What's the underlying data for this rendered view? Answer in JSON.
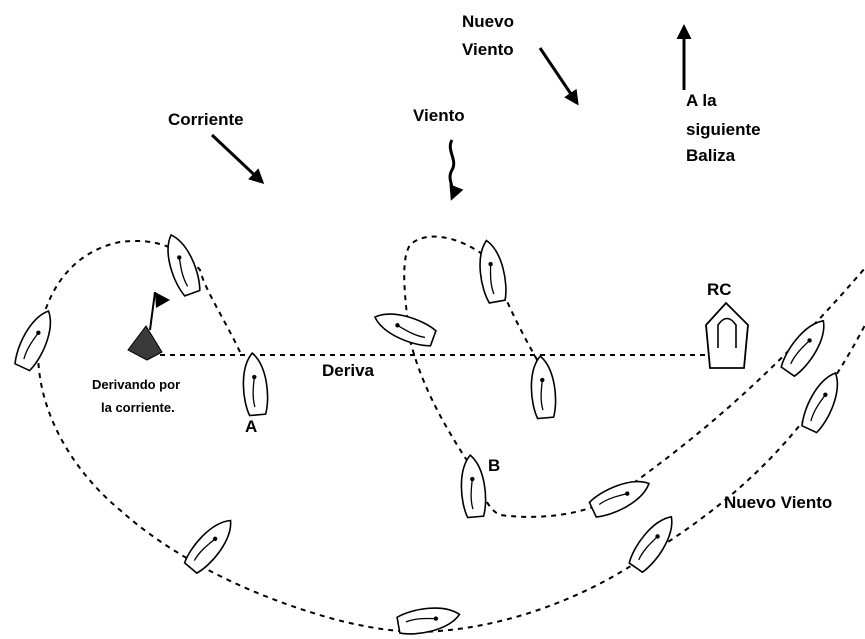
{
  "labels": {
    "current": "Corriente",
    "wind": "Viento",
    "new_wind_top_line1": "Nuevo",
    "new_wind_top_line2": "Viento",
    "next_mark_line1": "A la",
    "next_mark_line2": "siguiente",
    "next_mark_line3": "Baliza",
    "rc": "RC",
    "drift": "Deriva",
    "drifting_line1": "Derivando por",
    "drifting_line2": "la corriente.",
    "point_a": "A",
    "point_b": "B",
    "new_wind_bottom": "Nuevo Viento"
  },
  "colors": {
    "ink": "#000000",
    "mark_fill": "#3a3a3a",
    "background": "#ffffff"
  },
  "icons": {
    "mark": "buoy-with-flag-icon",
    "committee_boat": "committee-boat-icon",
    "sailboat": "sailboat-icon"
  }
}
